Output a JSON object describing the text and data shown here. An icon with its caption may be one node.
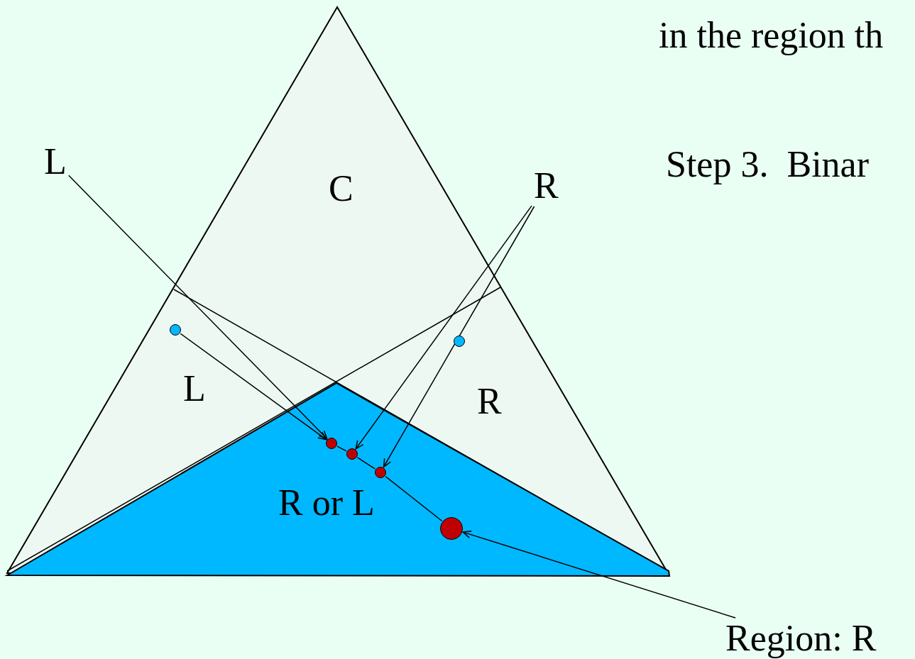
{
  "diagram": {
    "nodes": [
      {
        "text": [
          "C",
          "L",
          "R"
        ]
      },
      {
        "text": [
          "R or L"
        ],
        "in": 0
      },
      {
        "text": [
          "L"
        ]
      },
      {
        "text": [
          "R"
        ]
      },
      {
        "text": [],
        "shape": "circle",
        "in": 0
      },
      {
        "text": [],
        "shape": "circle",
        "in": 0
      },
      {
        "text": [],
        "shape": "circle",
        "in": 1
      },
      {
        "text": [],
        "shape": "circle",
        "in": 1
      },
      {
        "text": [],
        "shape": "circle",
        "in": 1
      },
      {
        "text": [],
        "shape": "circle",
        "in": 1
      },
      {
        "text": [
          "Region: R"
        ]
      }
    ],
    "edges": [
      {
        "from": 2,
        "to": 6,
        "arrow": "to"
      },
      {
        "from": 4,
        "to": 6,
        "arrow": "to"
      },
      {
        "from": 3,
        "to": 7,
        "arrow": "to"
      },
      {
        "from": 3,
        "to": 8,
        "arrow": "to"
      },
      {
        "from": 6,
        "to": 7,
        "arrow": "none"
      },
      {
        "from": 7,
        "to": 8,
        "arrow": "none"
      },
      {
        "from": 8,
        "to": 9,
        "arrow": "none"
      },
      {
        "from": 10,
        "to": 9,
        "arrow": "to"
      }
    ],
    "labels": [
      "in the region th",
      "Step 3.  Binar"
    ]
  }
}
